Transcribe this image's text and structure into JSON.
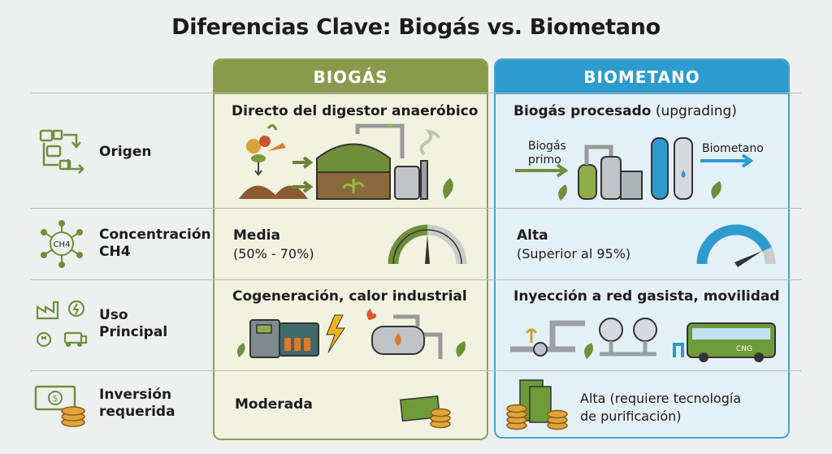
{
  "title": "Diferencias Clave: Biogás vs. Biometano",
  "columns": {
    "biogas": "BIOGÁS",
    "biometano": "BIOMETANO"
  },
  "rows": {
    "origen": {
      "label": "Origen",
      "biogas": "Directo del digestor anaeróbico",
      "biometano_bold": "Biogás procesado",
      "biometano_rest": " (upgrading)",
      "flow_in_line1": "Biogás",
      "flow_in_line2": "primo",
      "flow_out": "Biometano"
    },
    "concentracion": {
      "label_line1": "Concentración",
      "label_line2": "CH4",
      "icon_text": "CH4",
      "biogas_title": "Media",
      "biogas_sub": "(50% - 70%)",
      "biometano_title": "Alta",
      "biometano_sub": "(Superior al 95%)"
    },
    "uso": {
      "label_line1": "Uso",
      "label_line2": "Principal",
      "biogas": "Cogeneración, calor industrial",
      "biometano": "Inyección a red gasista, movilidad",
      "bus_label": "CNG"
    },
    "inversion": {
      "label_line1": "Inversión",
      "label_line2": "requerida",
      "biogas": "Moderada",
      "biometano_line1": "Alta (requiere tecnología",
      "biometano_line2": "de purificación)"
    }
  },
  "colors": {
    "biogas_accent": "#8a9a4d",
    "biometano_accent": "#2e9bcf",
    "icon_green": "#6f8f3a"
  }
}
